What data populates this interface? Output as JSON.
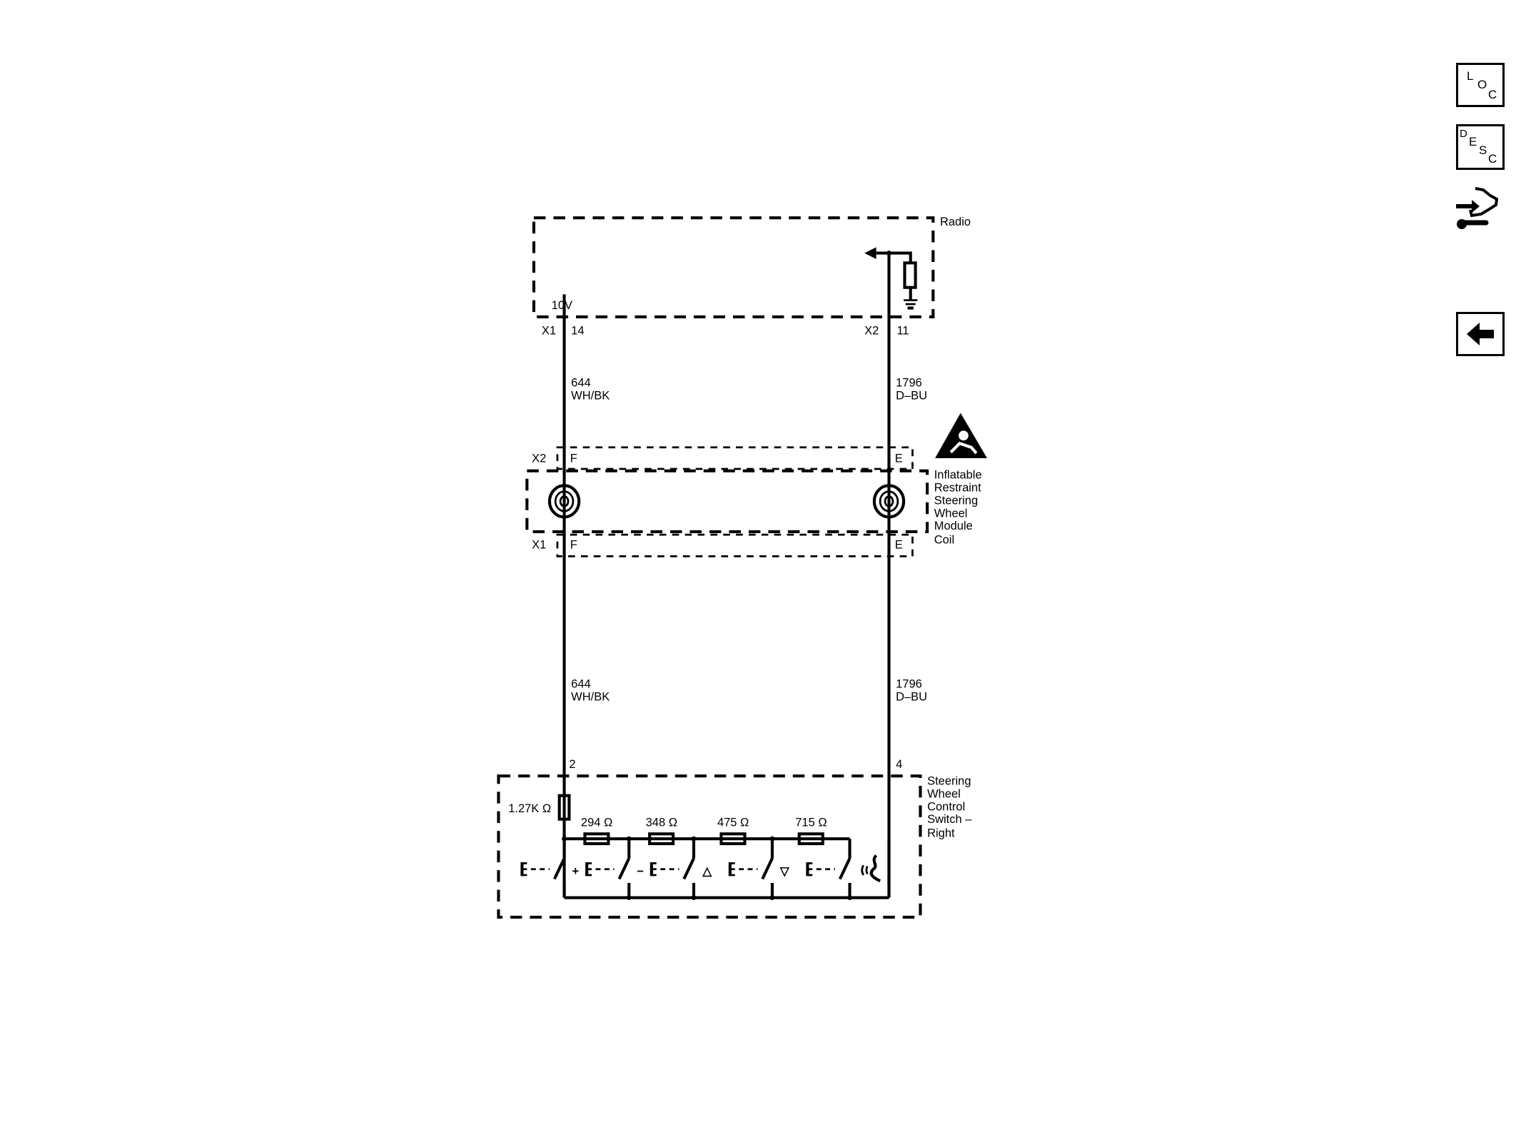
{
  "toolbar": {
    "loc_button": {
      "l1": "L",
      "l2": "O",
      "l3": "C"
    },
    "desc_button": {
      "l1": "D",
      "l2": "E",
      "l3": "S",
      "l4": "C"
    },
    "connector_repair_icon": "wrench-arrow-icon",
    "back_icon": "arrow-left-icon"
  },
  "radio": {
    "label": "Radio",
    "voltage": "10V",
    "conn_left": "X1",
    "pin_left": "14",
    "conn_right": "X2",
    "pin_right": "11"
  },
  "wires": {
    "left": {
      "circuit": "644",
      "color": "WH/BK"
    },
    "right": {
      "circuit": "1796",
      "color": "D–BU"
    }
  },
  "coil": {
    "label": [
      "Inflatable",
      "Restraint",
      "Steering",
      "Wheel",
      "Module",
      "Coil"
    ],
    "warning_icon": "airbag-warning-icon",
    "top_conn": "X2",
    "bottom_conn": "X1",
    "pin_left": "F",
    "pin_right": "E"
  },
  "switch": {
    "label": [
      "Steering",
      "Wheel",
      "Control",
      "Switch –",
      "Right"
    ],
    "pin_left": "2",
    "pin_right": "4",
    "series_resistor": "1.27K Ω",
    "resistors": [
      "294 Ω",
      "348 Ω",
      "475 Ω",
      "715 Ω"
    ],
    "switch_symbols": [
      "+",
      "−",
      "△",
      "▽"
    ],
    "voice_icon": "voice-recognition-icon"
  }
}
